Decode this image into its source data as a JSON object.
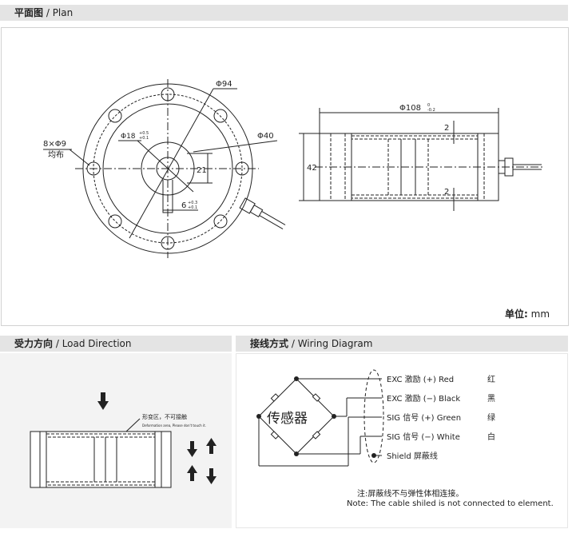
{
  "sections": {
    "plan": {
      "title_cn": "平面图",
      "title_sep": " / ",
      "title_en": "Plan"
    },
    "load": {
      "title_cn": "受力方向",
      "title_sep": " / ",
      "title_en": "Load Direction"
    },
    "wiring": {
      "title_cn": "接线方式",
      "title_sep": " / ",
      "title_en": "Wiring Diagram"
    }
  },
  "plan": {
    "dim_phi94": "Φ94",
    "dim_phi40": "Φ40",
    "dim_phi18": "Φ18",
    "dim_phi18_tol_up": "+0.5",
    "dim_phi18_tol_dn": "+0.1",
    "dim_holes": "8×Φ9",
    "dim_holes_note": "均布",
    "dim_21": "21",
    "dim_6": "6",
    "dim_6_tol_up": "+0.3",
    "dim_6_tol_dn": "+0.1",
    "dim_phi108": "Φ108",
    "dim_phi108_tol_up": "0",
    "dim_phi108_tol_dn": "-0.2",
    "dim_42": "42",
    "dim_2_top": "2",
    "dim_2_bottom": "2",
    "unit_label": "单位:",
    "unit_value": "mm"
  },
  "load": {
    "deform_cn": "形变区，不可接触",
    "deform_en": "Deformation area, Please don't touch it."
  },
  "wiring": {
    "center_label": "传感器",
    "wires": [
      {
        "label": "EXC 激励 (+) Red",
        "color_cn": "红"
      },
      {
        "label": "EXC 激励 (−) Black",
        "color_cn": "黑"
      },
      {
        "label": "SIG 信号 (+) Green",
        "color_cn": "绿"
      },
      {
        "label": "SIG 信号 (−) White",
        "color_cn": "白"
      },
      {
        "label": "Shield 屏蔽线",
        "color_cn": ""
      }
    ],
    "note_cn": "注:屏蔽线不与弹性体相连接。",
    "note_en": "Note: The cable shiled is not connected to element."
  }
}
